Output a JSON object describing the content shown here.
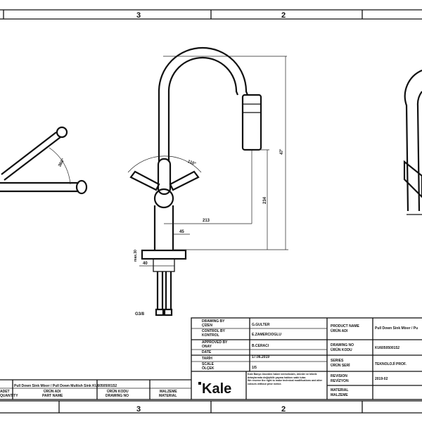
{
  "zones": {
    "top": [
      "3",
      "2"
    ],
    "bottom": [
      "3",
      "2"
    ]
  },
  "dimensions": {
    "height_total": "47'",
    "spout_height": "234",
    "spout_reach": "213",
    "body_diameter": "45",
    "base_diameter": "40",
    "max_thickness": "max.30",
    "connection": "G3/8",
    "lever_angle": "110°",
    "swivel_angle": "360°"
  },
  "title_block": {
    "rows": [
      {
        "label": "DRAWING BY",
        "label_tr": "ÇİZEN",
        "value": "G.GULTER"
      },
      {
        "label": "CONTROL BY",
        "label_tr": "KONTROL",
        "value": "E.ZAMERCIOGLU"
      },
      {
        "label": "APPROVED BY",
        "label_tr": "ONAY",
        "value": "B.CERACI"
      },
      {
        "label": "DATE",
        "label_tr": "TARİH",
        "value": "17.06.2019"
      },
      {
        "label": "SCALE",
        "label_tr": "ÖLÇEK",
        "value": "1/5"
      }
    ],
    "right_rows": [
      {
        "label": "PRODUCT NAME",
        "label_tr": "ÜRÜN ADI",
        "value": "Pull Down Sink Mixer / Pu"
      },
      {
        "label": "DRAWING NO",
        "label_tr": "ÜRÜN KODU",
        "value": "KU6050500152"
      },
      {
        "label": "SERIES",
        "label_tr": "ÜRÜN SERİ",
        "value": "TEKNOLOJİ PROF."
      },
      {
        "label": "REVISION",
        "label_tr": "REVİZYON",
        "value": "2019-02"
      },
      {
        "label": "MATERIAL",
        "label_tr": "MALZEME",
        "value": ""
      }
    ],
    "logo": "Kale",
    "notes": [
      "Kale Banyo önceden haber vermeksizin, ürünler ve teknik detaylarında değişiklik yapma hakkını saklı tutar.",
      "We reserve the right to make technical modifications and alter colours without prior notice."
    ]
  },
  "parts_table": {
    "row_text": "Pull Down Sink Mixer / Pull Down Multish Sink KU6050500152",
    "headers": [
      {
        "tr": "ADET",
        "en": "QUANTITY"
      },
      {
        "tr": "ÜRÜN ADI",
        "en": "PART NAME"
      },
      {
        "tr": "ÜRÜN KODU",
        "en": "DRAWING NO"
      },
      {
        "tr": "MALZEME",
        "en": "MATERIAL"
      }
    ]
  }
}
